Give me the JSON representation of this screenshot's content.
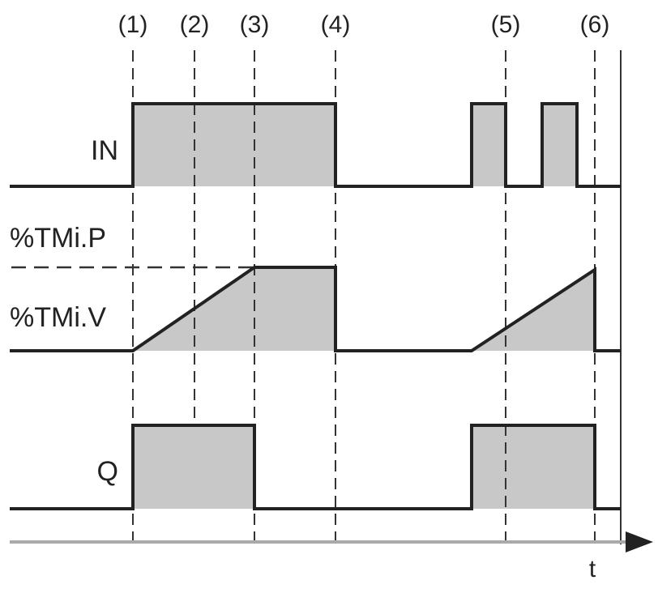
{
  "markers": [
    "(1)",
    "(2)",
    "(3)",
    "(4)",
    "(5)",
    "(6)"
  ],
  "signals": {
    "in_label": "IN",
    "preset_label": "%TMi.P",
    "value_label": "%TMi.V",
    "q_label": "Q"
  },
  "axis": {
    "time_label": "t"
  },
  "colors": {
    "fill": "#c8c8c8",
    "line": "#222222",
    "axis": "#aaaaaa"
  }
}
